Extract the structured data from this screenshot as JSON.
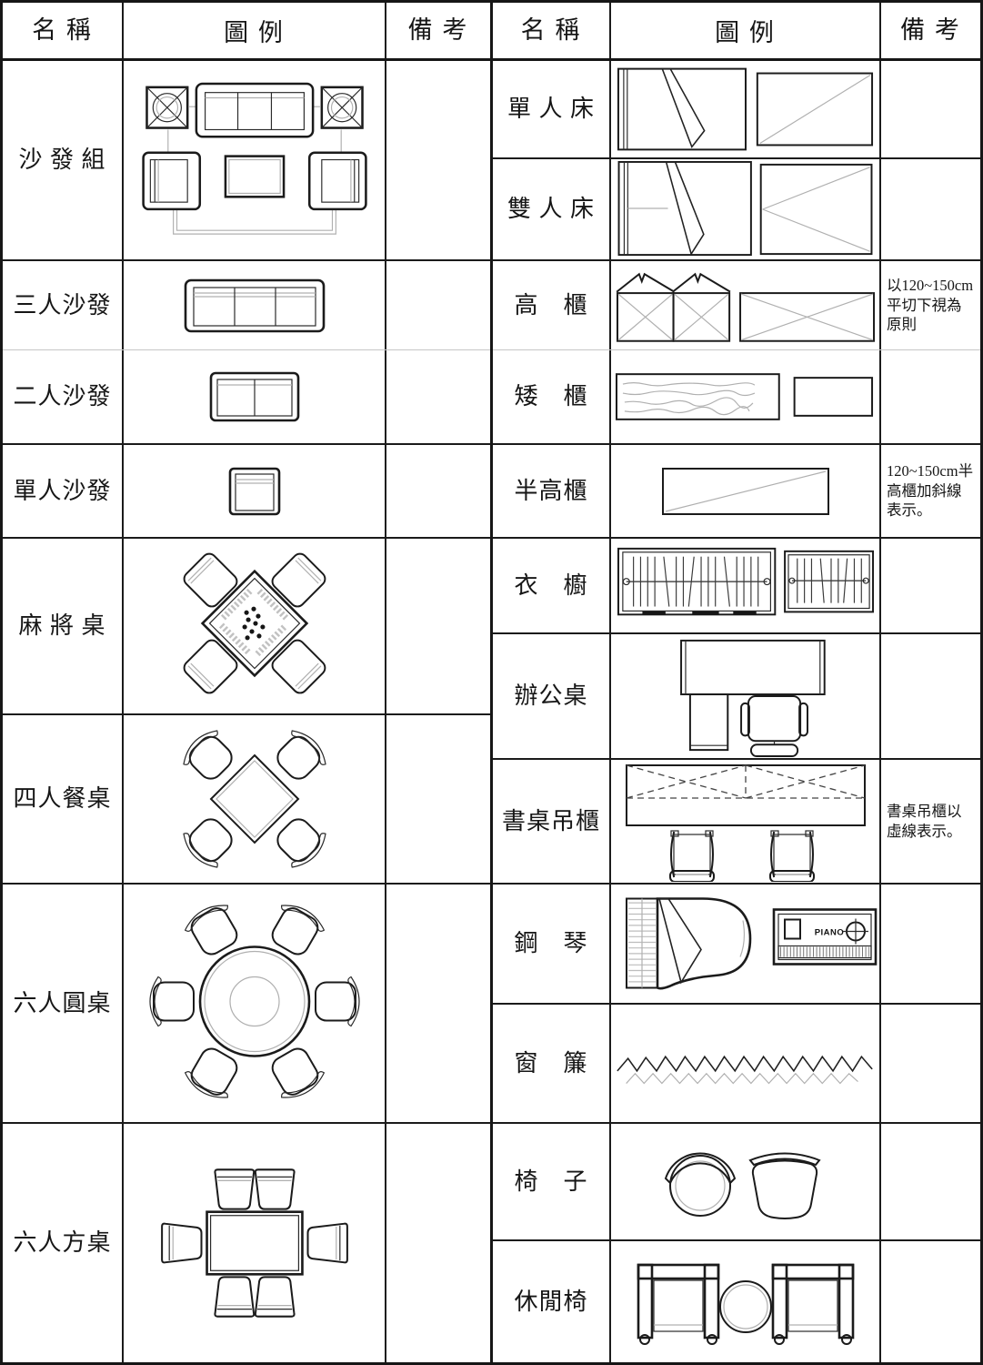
{
  "table": {
    "headers": {
      "name": "名 稱",
      "legend": "圖 例",
      "remark": "備 考"
    },
    "left_rows": [
      {
        "name": "沙 發 組",
        "remark": ""
      },
      {
        "name": "三人沙發",
        "remark": ""
      },
      {
        "name": "二人沙發",
        "remark": ""
      },
      {
        "name": "單人沙發",
        "remark": ""
      },
      {
        "name": "麻 將 桌",
        "remark": ""
      },
      {
        "name": "四人餐桌",
        "remark": ""
      },
      {
        "name": "六人圓桌",
        "remark": ""
      },
      {
        "name": "六人方桌",
        "remark": ""
      }
    ],
    "right_rows": [
      {
        "name": "單 人 床",
        "remark": ""
      },
      {
        "name": "雙 人 床",
        "remark": ""
      },
      {
        "name": "高　櫃",
        "remark": "以120~150cm平切下視為原則"
      },
      {
        "name": "矮　櫃",
        "remark": ""
      },
      {
        "name": "半高櫃",
        "remark": "120~150cm半高櫃加斜線表示。"
      },
      {
        "name": "衣　櫥",
        "remark": ""
      },
      {
        "name": "辦公桌",
        "remark": ""
      },
      {
        "name": "書桌吊櫃",
        "remark": "書桌吊櫃以虛線表示。"
      },
      {
        "name": "鋼　琴",
        "remark": ""
      },
      {
        "name": "窗　簾",
        "remark": ""
      },
      {
        "name": "椅　子",
        "remark": ""
      },
      {
        "name": "休閒椅",
        "remark": ""
      }
    ],
    "piano_text": "PIANO"
  },
  "colors": {
    "background": "#ffffff",
    "line_dark": "#1b1b1b",
    "line_light": "#b0b0b0"
  }
}
